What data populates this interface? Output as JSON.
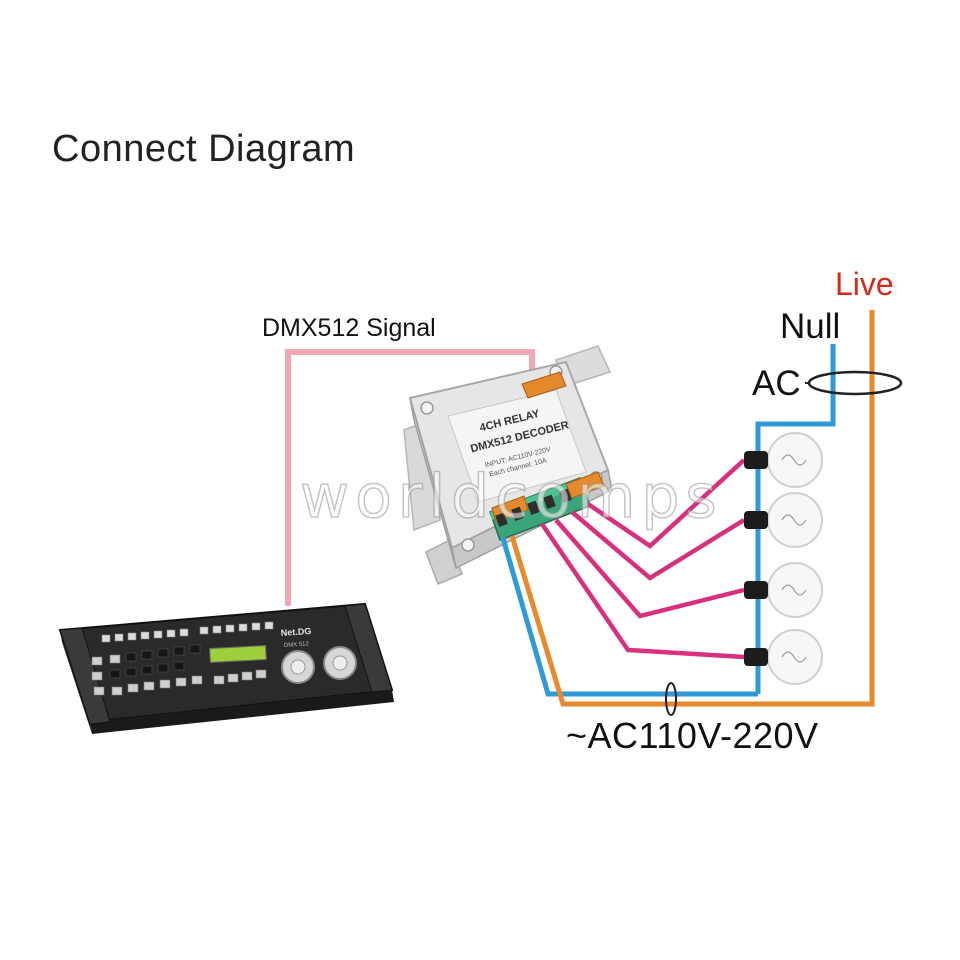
{
  "title": "Connect Diagram",
  "labels": {
    "dmx_signal": "DMX512 Signal",
    "null": "Null",
    "live": "Live",
    "ac": "AC",
    "voltage": "~AC110V-220V"
  },
  "decoder": {
    "line1": "4CH RELAY",
    "line2": "DMX512 DECODER",
    "line3": "INPUT: AC110V-220V",
    "line4": "Each channel: 10A"
  },
  "console": {
    "brand": "Net.DG",
    "model": "DMX 512"
  },
  "watermark": "worldcomps",
  "colors": {
    "dmx_wire": "#f0a8b4",
    "null_wire": "#2e9ad6",
    "live_wire": "#e8892c",
    "channel_wire": "#d8307e",
    "live_text": "#d42a1a"
  }
}
